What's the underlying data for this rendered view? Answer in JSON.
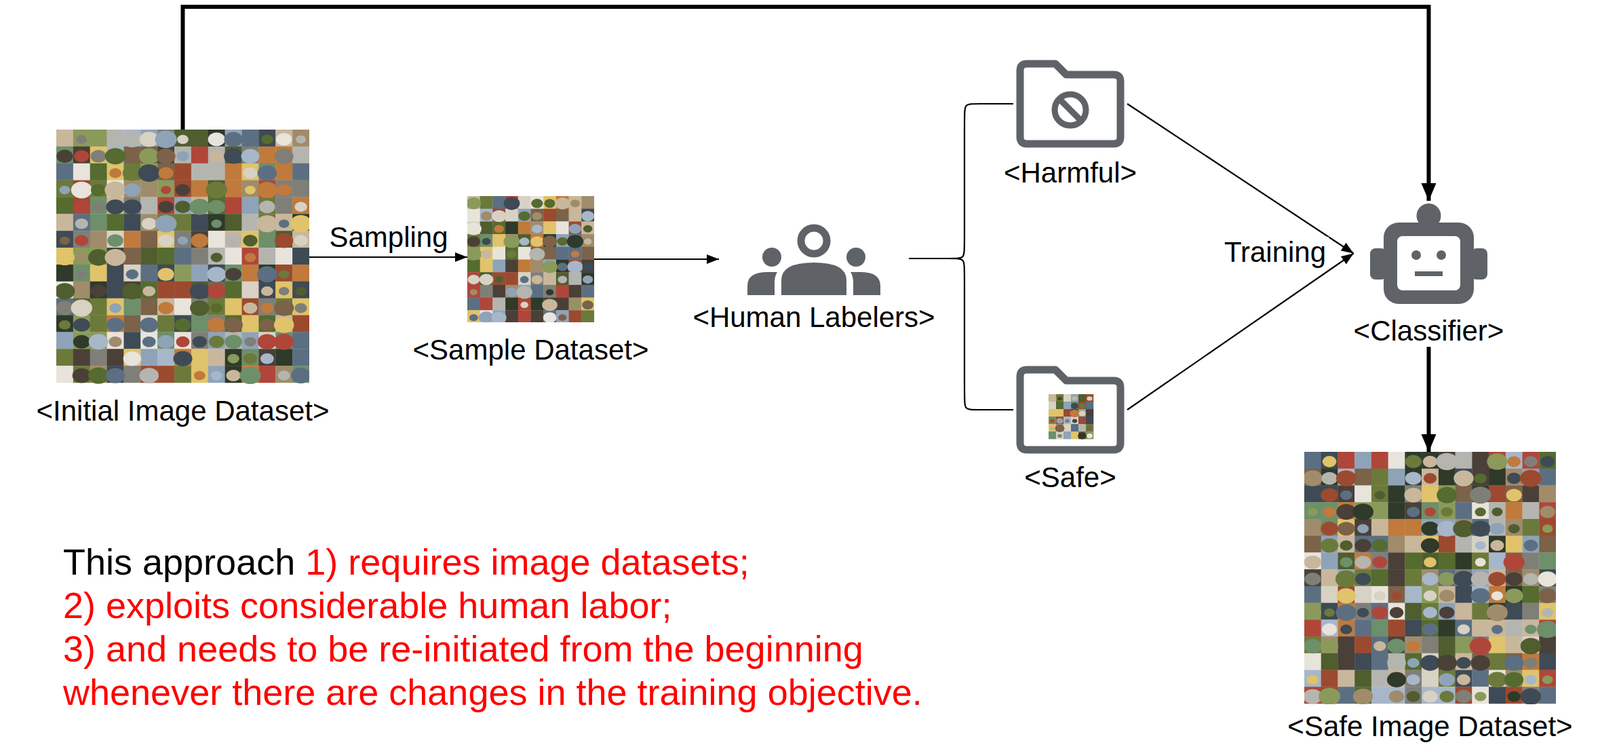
{
  "diagram": {
    "nodes": [
      {
        "text": [
          "<Initial Image Dataset>"
        ]
      },
      {
        "text": [
          "<Sample Dataset>"
        ]
      },
      {
        "text": [
          "<Human Labelers>"
        ]
      },
      {
        "text": [
          "<Harmful>"
        ]
      },
      {
        "text": [
          "<Safe>"
        ]
      },
      {
        "text": [
          "<Classifier>"
        ]
      },
      {
        "text": [
          "<Safe Image Dataset>"
        ]
      }
    ],
    "edges": [
      {
        "from": 0,
        "to": 1,
        "arrow": "to",
        "label": "Sampling"
      },
      {
        "from": 1,
        "to": 2,
        "arrow": "to"
      },
      {
        "from": 2,
        "to": 3,
        "arrow": "none"
      },
      {
        "from": 2,
        "to": 4,
        "arrow": "none"
      },
      {
        "from": 3,
        "to": 5,
        "arrow": "to",
        "label": "Training"
      },
      {
        "from": 4,
        "to": 5,
        "arrow": "to"
      },
      {
        "from": 0,
        "to": 5,
        "arrow": "to"
      },
      {
        "from": 5,
        "to": 6,
        "arrow": "to"
      }
    ],
    "labels": [
      "This approach",
      "1) requires image datasets;",
      "2) exploits considerable human labor;",
      "3) and needs to be re-initiated from the beginning whenever there are changes in the training objective."
    ]
  }
}
